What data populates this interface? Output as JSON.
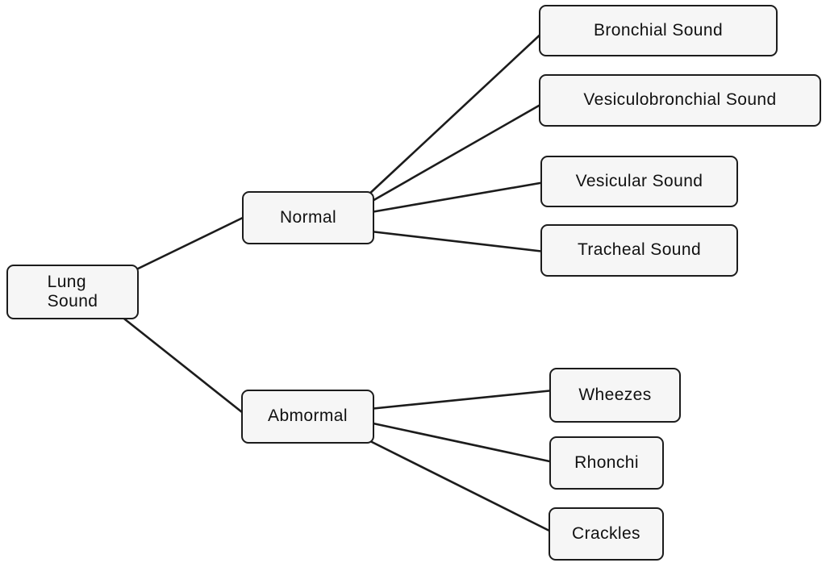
{
  "style": {
    "background": "#ffffff",
    "box_fill": "#f6f6f6",
    "box_border": "#1c1c1c",
    "line_color": "#1c1c1c",
    "text_color": "#111111"
  },
  "tree": {
    "root": {
      "id": "lung-sound",
      "label": "Lung\nSound"
    },
    "branches": [
      {
        "id": "normal",
        "label": "Normal",
        "children": [
          {
            "id": "bronchial-sound",
            "label": "Bronchial Sound"
          },
          {
            "id": "vesiculobronchial-sound",
            "label": "Vesiculobronchial Sound"
          },
          {
            "id": "vesicular-sound",
            "label": "Vesicular Sound"
          },
          {
            "id": "tracheal-sound",
            "label": "Tracheal Sound"
          }
        ]
      },
      {
        "id": "abmormal",
        "label": "Abmormal",
        "children": [
          {
            "id": "wheezes",
            "label": "Wheezes"
          },
          {
            "id": "rhonchi",
            "label": "Rhonchi"
          },
          {
            "id": "crackles",
            "label": "Crackles"
          }
        ]
      }
    ]
  },
  "edges": [
    {
      "from": "lung-sound",
      "to": "normal"
    },
    {
      "from": "lung-sound",
      "to": "abmormal"
    },
    {
      "from": "normal",
      "to": "bronchial-sound"
    },
    {
      "from": "normal",
      "to": "vesiculobronchial-sound"
    },
    {
      "from": "normal",
      "to": "vesicular-sound"
    },
    {
      "from": "normal",
      "to": "tracheal-sound"
    },
    {
      "from": "abmormal",
      "to": "wheezes"
    },
    {
      "from": "abmormal",
      "to": "rhonchi"
    },
    {
      "from": "abmormal",
      "to": "crackles"
    }
  ]
}
